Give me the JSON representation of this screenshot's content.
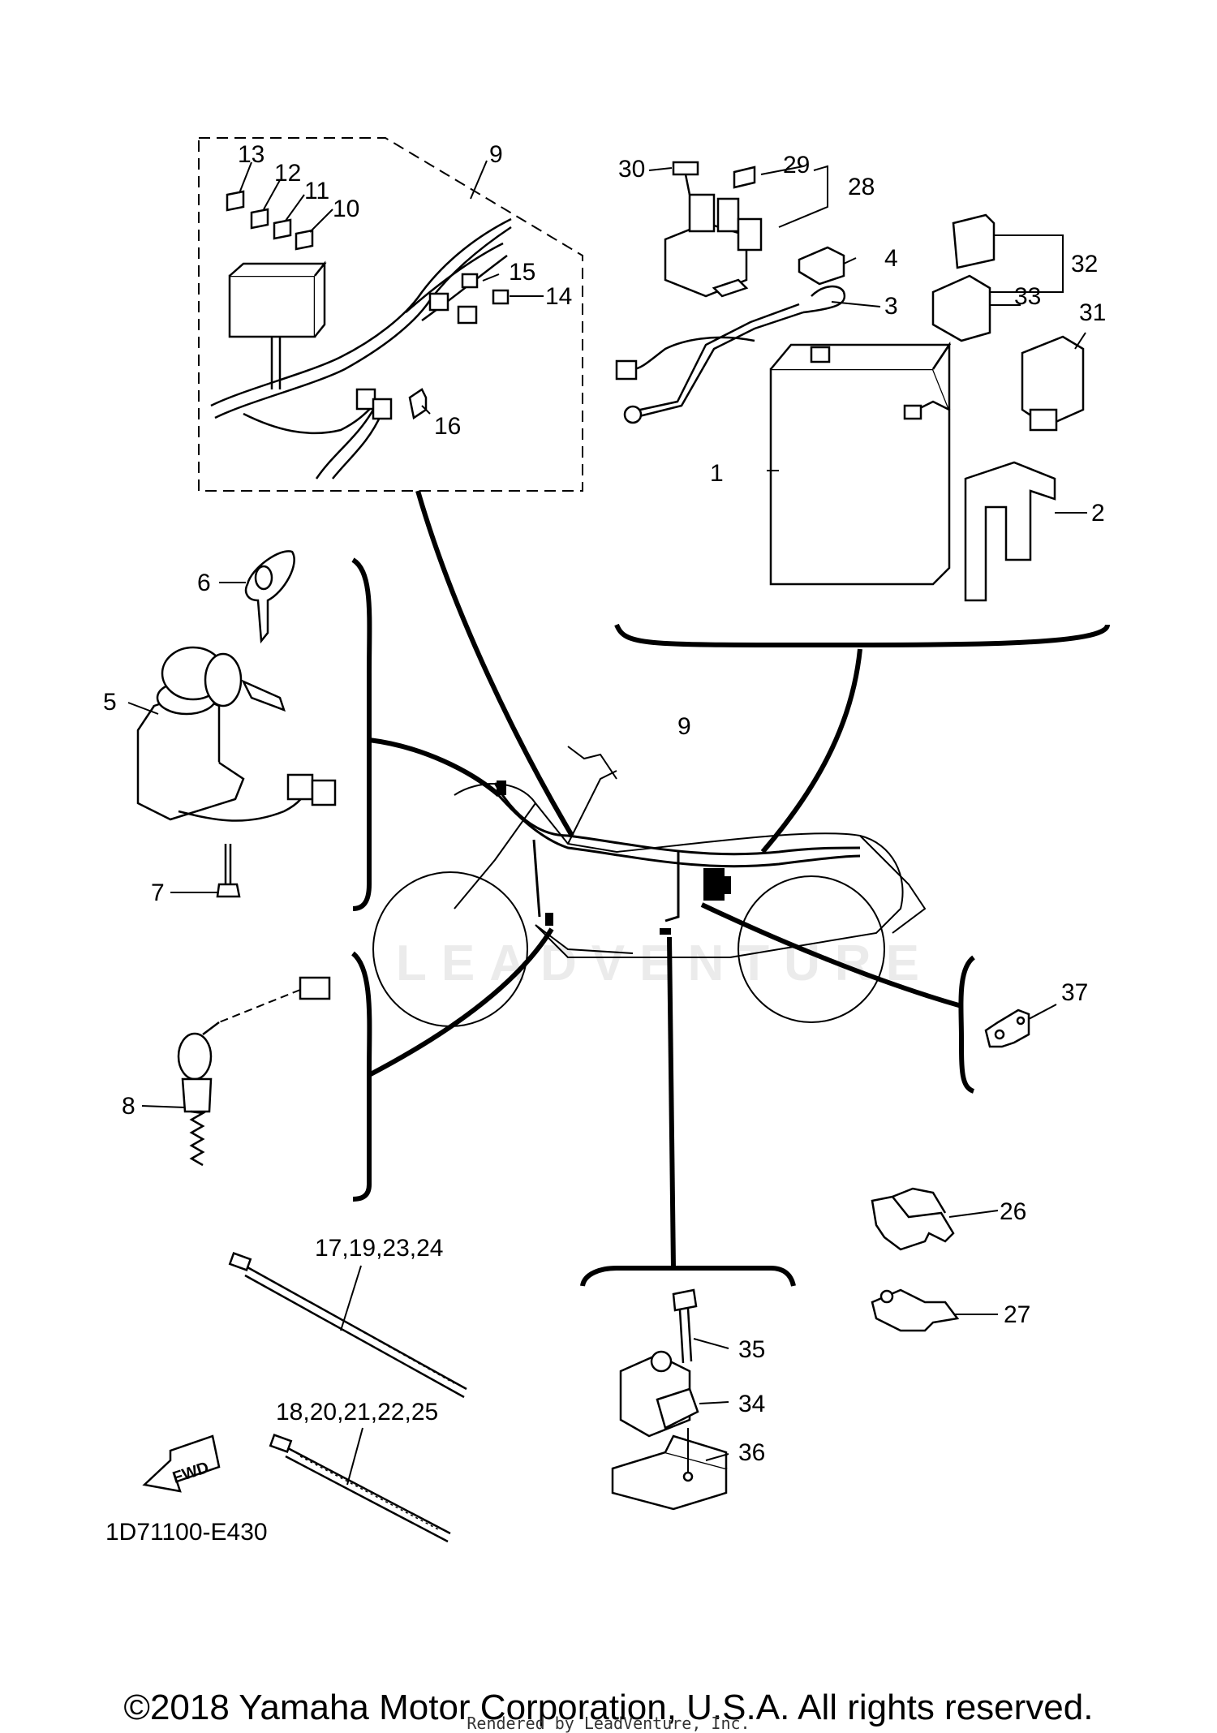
{
  "diagram": {
    "watermark": "LEADVENTURE",
    "drawing_code": "1D71100-E430",
    "fwd_label": "FWD",
    "callouts": {
      "p1": "1",
      "p2": "2",
      "p3": "3",
      "p4": "4",
      "p5": "5",
      "p6": "6",
      "p7": "7",
      "p8": "8",
      "p9_top": "9",
      "p9_harness": "9",
      "p10": "10",
      "p11": "11",
      "p12": "12",
      "p13": "13",
      "p14": "14",
      "p15": "15",
      "p16": "16",
      "ties_a": "17,19,23,24",
      "ties_b": "18,20,21,22,25",
      "p26": "26",
      "p27": "27",
      "p28": "28",
      "p29": "29",
      "p30": "30",
      "p31": "31",
      "p32": "32",
      "p33": "33",
      "p34": "34",
      "p35": "35",
      "p36": "36",
      "p37": "37"
    }
  },
  "footer": {
    "copyright": "©2018 Yamaha Motor Corporation, U.S.A. All rights reserved.",
    "rendered_by": "Rendered by LeadVenture, Inc."
  }
}
